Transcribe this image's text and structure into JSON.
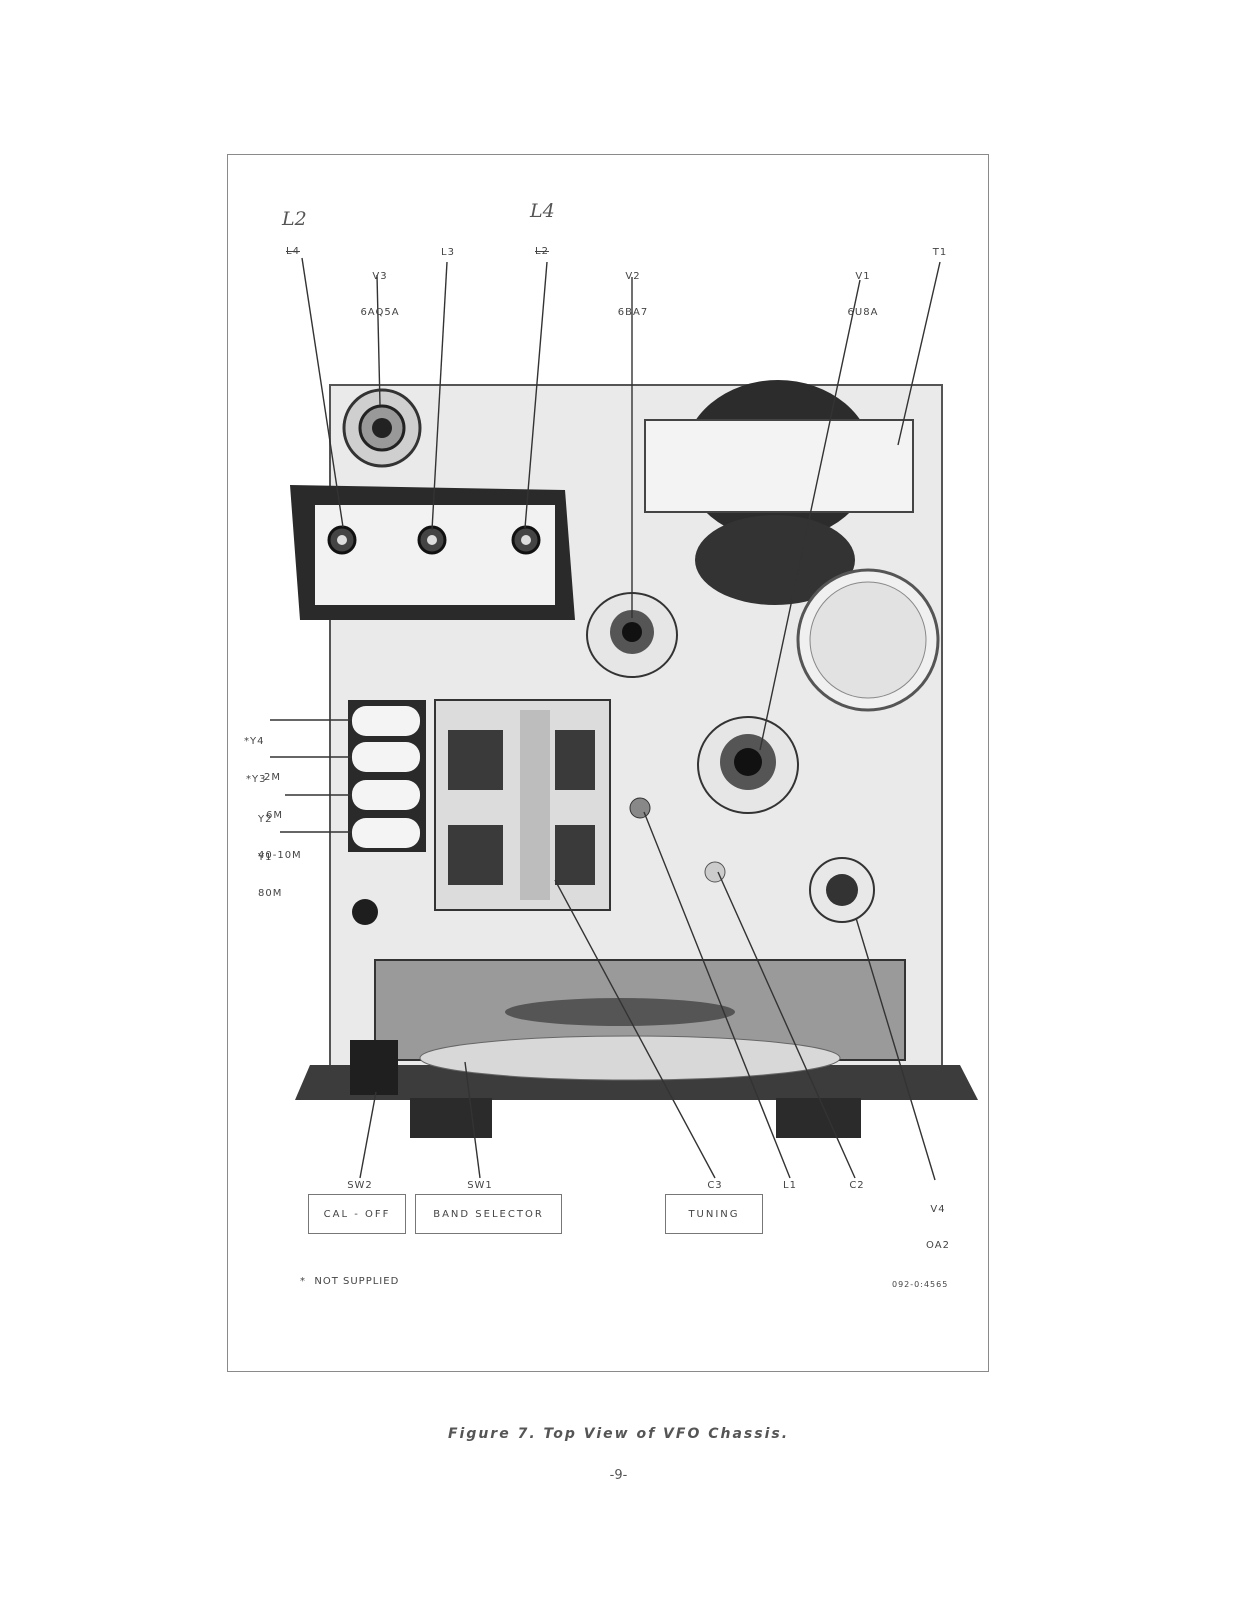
{
  "handwritten": {
    "l2": "L2",
    "l4": "L4",
    "l4_struck": "L4",
    "l2_struck": "L2"
  },
  "top_labels": {
    "v3_ref": "V3",
    "v3_type": "6AQ5A",
    "l3": "L3",
    "v2_ref": "V2",
    "v2_type": "6BA7",
    "v1_ref": "V1",
    "v1_type": "6U8A",
    "t1": "T1"
  },
  "crystal_labels": [
    {
      "ref": "*Y4",
      "band": "2M"
    },
    {
      "ref": "*Y3",
      "band": "6M"
    },
    {
      "ref": "Y2",
      "band": "40-10M"
    },
    {
      "ref": "Y1",
      "band": "80M"
    }
  ],
  "bottom_labels": {
    "sw2": "SW2",
    "sw1": "SW1",
    "c3": "C3",
    "l1": "L1",
    "c2": "C2",
    "v4_ref": "V4",
    "v4_type": "OA2"
  },
  "control_boxes": {
    "cal_off": "CAL - OFF",
    "band_selector": "BAND SELECTOR",
    "tuning": "TUNING"
  },
  "footnote": "*  NOT SUPPLIED",
  "part_number": "092-0:4565",
  "caption": "Figure 7.  Top View of VFO Chassis.",
  "page_number": "-9-"
}
